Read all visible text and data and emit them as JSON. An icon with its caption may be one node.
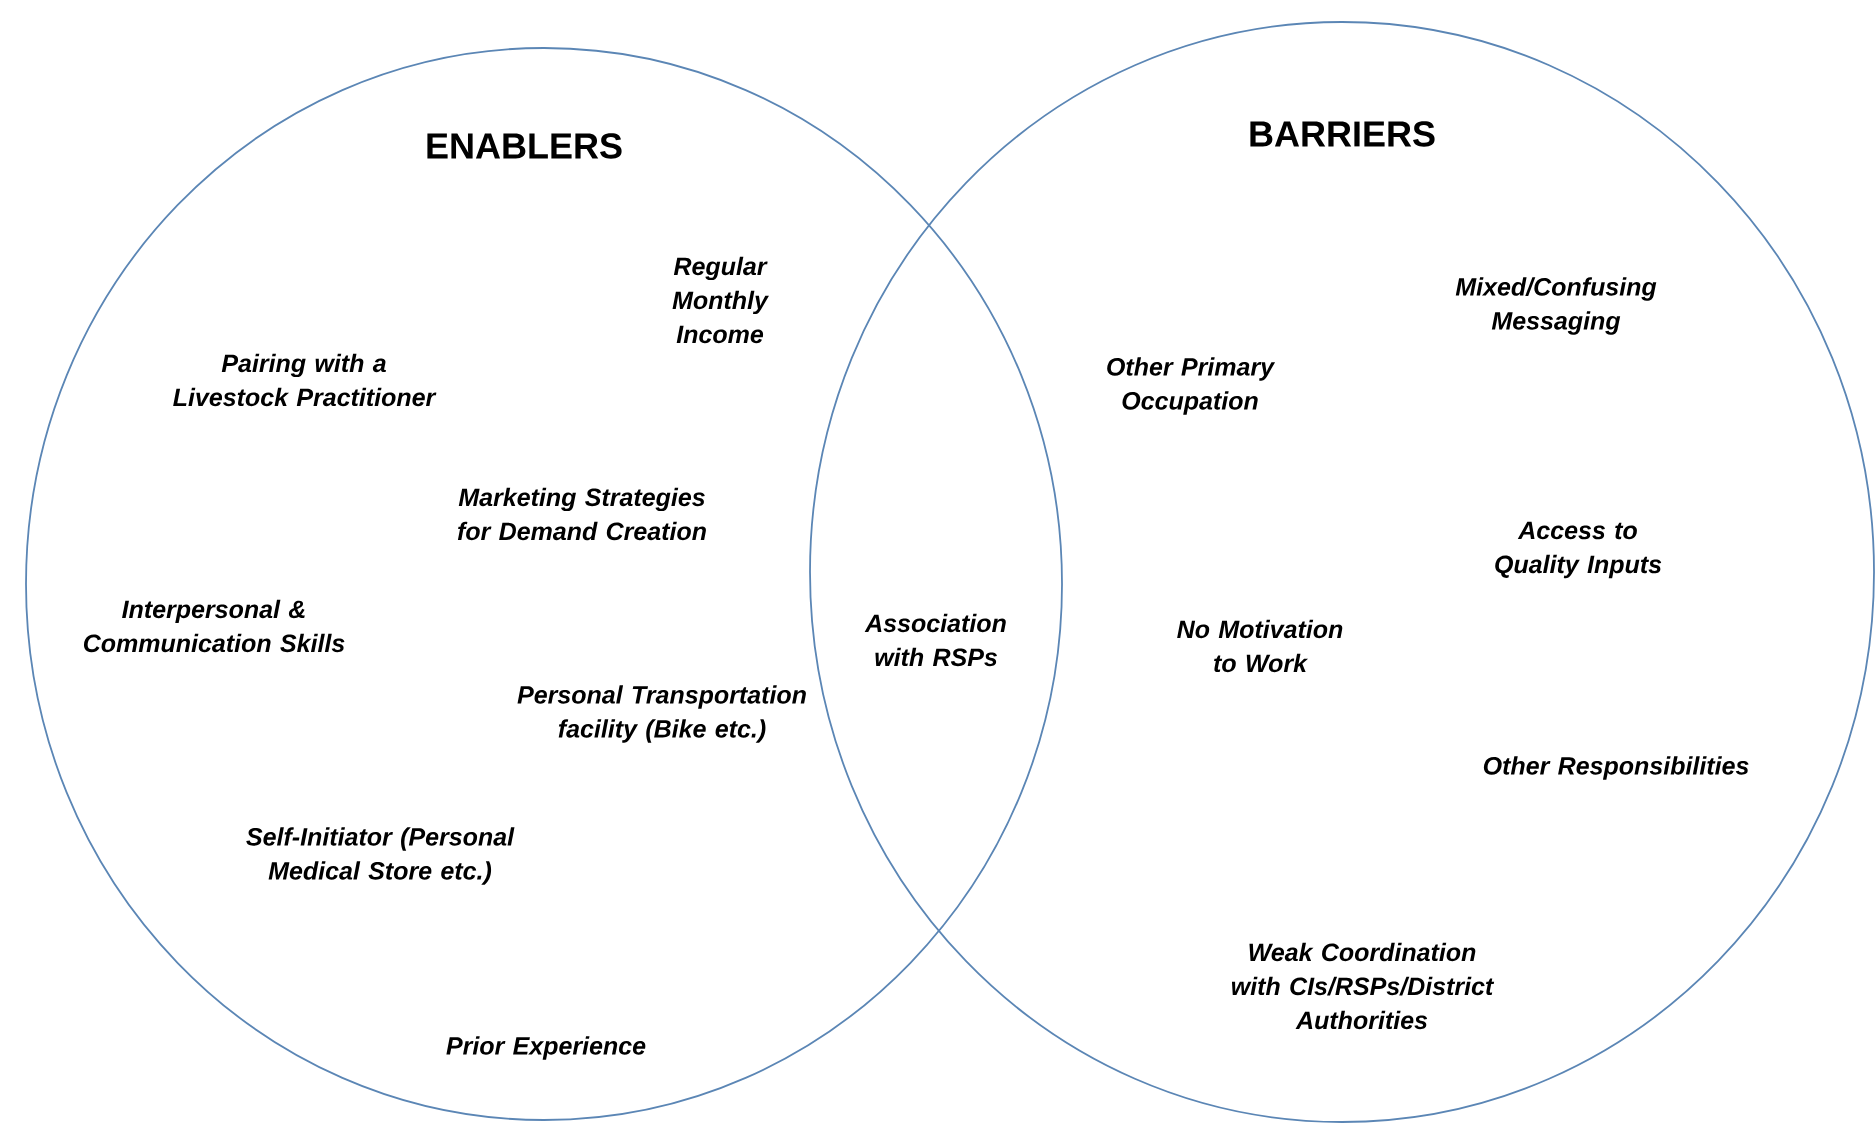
{
  "diagram": {
    "nodes": [
      {
        "text": [
          "ENABLERS",
          "Regular Monthly Income",
          "Pairing with a Livestock Practitioner",
          "Marketing Strategies for Demand Creation",
          "Interpersonal & Communication Skills",
          "Personal Transportation facility (Bike etc.)",
          "Self-Initiator (Personal Medical Store etc.)",
          "Prior Experience"
        ]
      },
      {
        "text": [
          "BARRIERS",
          "Mixed/Confusing Messaging",
          "Other Primary Occupation",
          "Access to Quality Inputs",
          "No Motivation to Work",
          "Other Responsibilities",
          "Weak Coordination with CIs/RSPs/District Authorities"
        ]
      }
    ],
    "labels": [
      "Association with RSPs"
    ]
  }
}
